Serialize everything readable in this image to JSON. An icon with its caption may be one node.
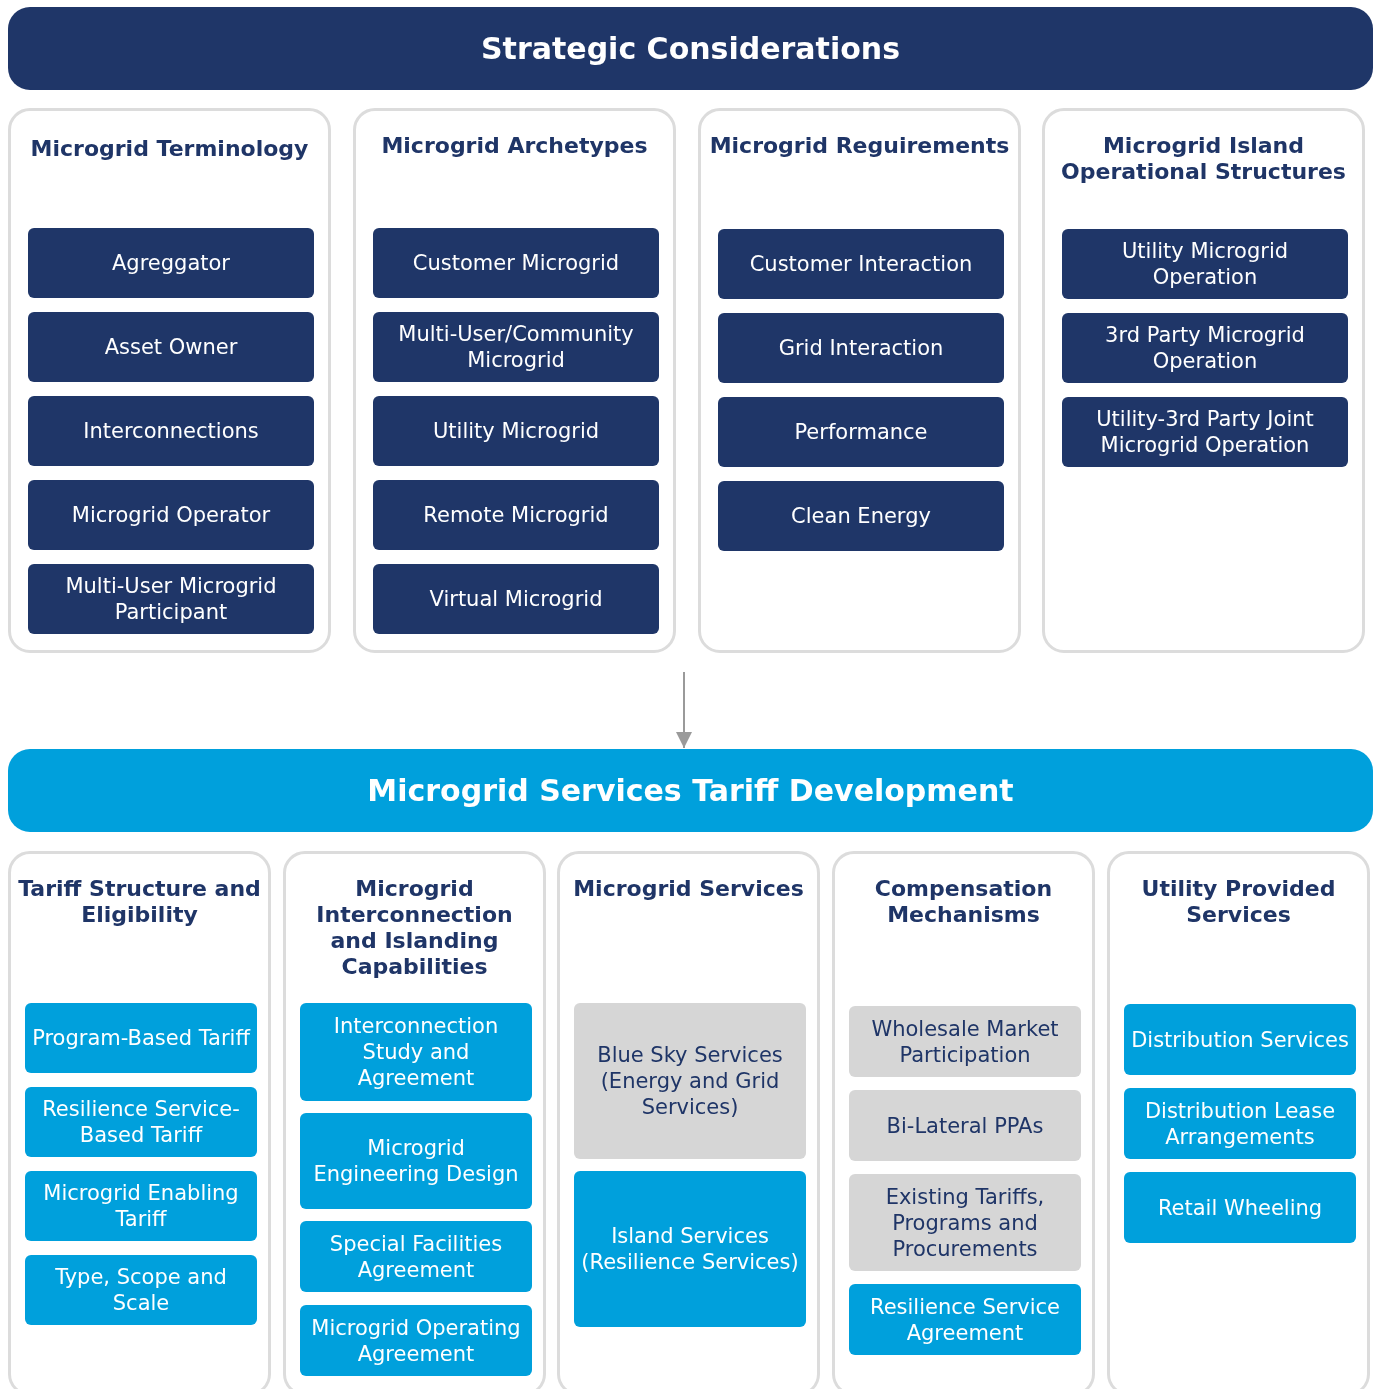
{
  "diagram": {
    "nodes": [
      {
        "text": [
          "Strategic Considerations"
        ]
      },
      {
        "text": [
          "Microgrid Terminology"
        ]
      },
      {
        "text": [
          "Agreggator"
        ],
        "in": 1
      },
      {
        "text": [
          "Asset Owner"
        ],
        "in": 1
      },
      {
        "text": [
          "Interconnections"
        ],
        "in": 1
      },
      {
        "text": [
          "Microgrid Operator"
        ],
        "in": 1
      },
      {
        "text": [
          "Multi-User Microgrid Participant"
        ],
        "in": 1
      },
      {
        "text": [
          "Microgrid Archetypes"
        ]
      },
      {
        "text": [
          "Customer Microgrid"
        ],
        "in": 7
      },
      {
        "text": [
          "Multi-User/Community Microgrid"
        ],
        "in": 7
      },
      {
        "text": [
          "Utility Microgrid"
        ],
        "in": 7
      },
      {
        "text": [
          "Remote Microgrid"
        ],
        "in": 7
      },
      {
        "text": [
          "Virtual Microgrid"
        ],
        "in": 7
      },
      {
        "text": [
          "Microgrid Reguirements"
        ]
      },
      {
        "text": [
          "Customer Interaction"
        ],
        "in": 13
      },
      {
        "text": [
          "Grid Interaction"
        ],
        "in": 13
      },
      {
        "text": [
          "Performance"
        ],
        "in": 13
      },
      {
        "text": [
          "Clean Energy"
        ],
        "in": 13
      },
      {
        "text": [
          "Microgrid Island Operational Structures"
        ]
      },
      {
        "text": [
          "Utility Microgrid Operation"
        ],
        "in": 18
      },
      {
        "text": [
          "3rd Party Microgrid Operation"
        ],
        "in": 18
      },
      {
        "text": [
          "Utility-3rd Party Joint Microgrid Operation"
        ],
        "in": 18
      },
      {
        "text": [
          "Microgrid Services Tariff Development"
        ]
      },
      {
        "text": [
          "Tariff Structure and Eligibility"
        ]
      },
      {
        "text": [
          "Program-Based Tariff"
        ],
        "in": 23
      },
      {
        "text": [
          "Resilience Service-Based Tariff"
        ],
        "in": 23
      },
      {
        "text": [
          "Microgrid Enabling Tariff"
        ],
        "in": 23
      },
      {
        "text": [
          "Type, Scope and Scale"
        ],
        "in": 23
      },
      {
        "text": [
          "Microgrid Interconnection and Islanding Capabilities"
        ]
      },
      {
        "text": [
          "Interconnection Study and Agreement"
        ],
        "in": 28
      },
      {
        "text": [
          "Microgrid Engineering Design"
        ],
        "in": 28
      },
      {
        "text": [
          "Special Facilities Agreement"
        ],
        "in": 28
      },
      {
        "text": [
          "Microgrid Operating Agreement"
        ],
        "in": 28
      },
      {
        "text": [
          "Microgrid Services"
        ]
      },
      {
        "text": [
          "Blue Sky Services (Energy and Grid Services)"
        ],
        "in": 33
      },
      {
        "text": [
          "Island Services (Resilience Services)"
        ],
        "in": 33
      },
      {
        "text": [
          "Compensation Mechanisms"
        ]
      },
      {
        "text": [
          "Wholesale Market Participation"
        ],
        "in": 36
      },
      {
        "text": [
          "Bi-Lateral PPAs"
        ],
        "in": 36
      },
      {
        "text": [
          "Existing Tariffs, Programs and Procurements"
        ],
        "in": 36
      },
      {
        "text": [
          "Resilience Service Agreement"
        ],
        "in": 36
      },
      {
        "text": [
          "Utility Provided Services"
        ]
      },
      {
        "text": [
          "Distribution Services"
        ],
        "in": 41
      },
      {
        "text": [
          "Distribution Lease Arrangements"
        ],
        "in": 41
      },
      {
        "text": [
          "Retail Wheeling"
        ],
        "in": 41
      }
    ],
    "edges": [
      {
        "from": null,
        "to": 22,
        "arrow": "to"
      }
    ]
  }
}
